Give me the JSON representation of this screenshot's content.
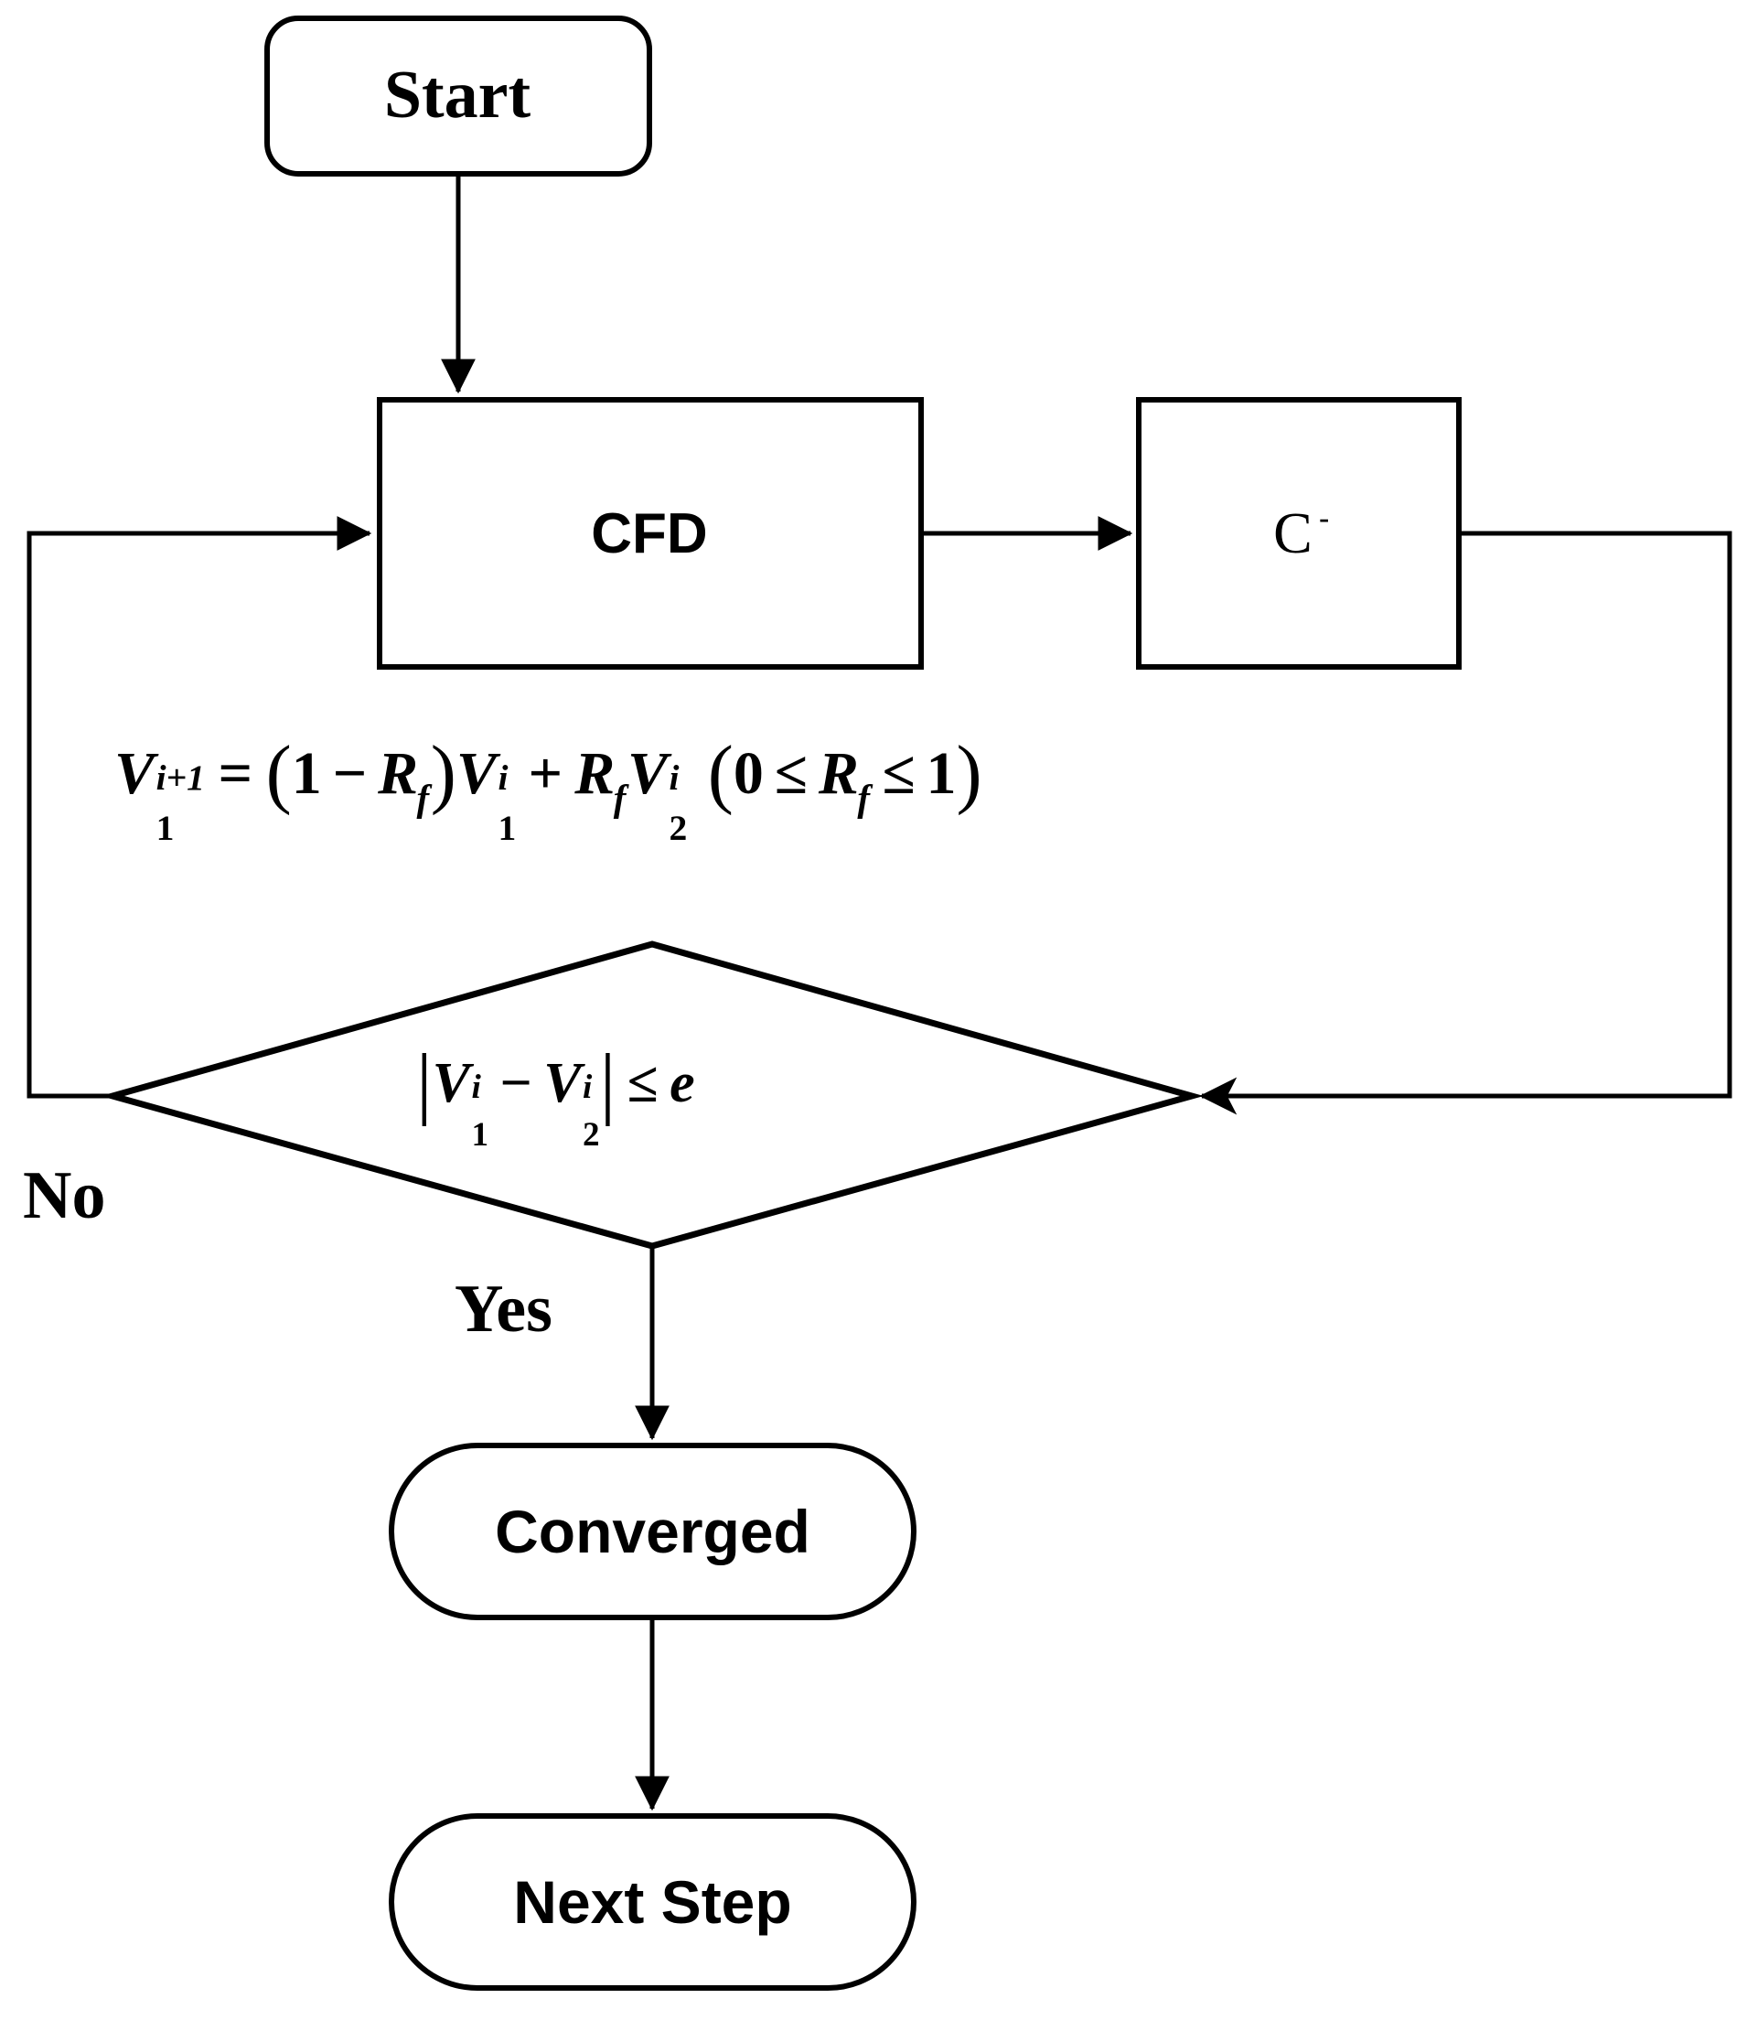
{
  "diagram": {
    "title": "CFD convergence loop flowchart",
    "background_color": "#ffffff",
    "stroke_color": "#000000"
  },
  "nodes": {
    "start": {
      "label": "Start",
      "shape": "rounded-terminator"
    },
    "cfd": {
      "label": "CFD",
      "shape": "process-rectangle"
    },
    "c_block": {
      "label": "C -",
      "shape": "process-rectangle"
    },
    "decision": {
      "label": "|V1^i - V2^i| <= e",
      "shape": "diamond"
    },
    "converged": {
      "label": "Converged",
      "shape": "stadium-terminator"
    },
    "next_step": {
      "label": "Next Step",
      "shape": "stadium-terminator"
    }
  },
  "c_block_text": {
    "letter": "C",
    "mark": "-"
  },
  "equation": {
    "lhs_var": "V",
    "lhs_sup": "i+1",
    "lhs_sub": "1",
    "eq": "=",
    "open_paren": "(",
    "one": "1",
    "minus": "−",
    "rf": "R",
    "rf_sub": "f",
    "close_paren": ")",
    "v1": "V",
    "v1_sup": "i",
    "v1_sub": "1",
    "plus": "+",
    "rf2": "R",
    "rf2_sub": "f",
    "v2": "V",
    "v2_sup": "i",
    "v2_sub": "2",
    "range_open": "(",
    "zero": "0",
    "le1": "≤",
    "rf3": "R",
    "rf3_sub": "f",
    "le2": "≤",
    "uno": "1",
    "range_close": ")",
    "plain": "V1^(i+1) = (1 − Rf) V1^i + Rf V2^i  (0 ≤ Rf ≤ 1)"
  },
  "decision_expr": {
    "bar_open": "|",
    "v1": "V",
    "v1_sup": "i",
    "v1_sub": "1",
    "minus": "−",
    "v2": "V",
    "v2_sup": "i",
    "v2_sub": "2",
    "bar_close": "|",
    "le": "≤",
    "e": "e",
    "plain": "|V1^i − V2^i| ≤ e"
  },
  "edge_labels": {
    "no": "No",
    "yes": "Yes"
  },
  "edges": [
    {
      "id": "start-to-cfd",
      "from": "start",
      "to": "cfd",
      "label": ""
    },
    {
      "id": "cfd-to-c",
      "from": "cfd",
      "to": "c_block",
      "label": ""
    },
    {
      "id": "c-to-decision",
      "from": "c_block",
      "to": "decision",
      "label": ""
    },
    {
      "id": "decision-no-to-cfd",
      "from": "decision",
      "to": "cfd",
      "label": "No"
    },
    {
      "id": "decision-yes-to-converged",
      "from": "decision",
      "to": "converged",
      "label": "Yes"
    },
    {
      "id": "converged-to-next",
      "from": "converged",
      "to": "next_step",
      "label": ""
    }
  ]
}
